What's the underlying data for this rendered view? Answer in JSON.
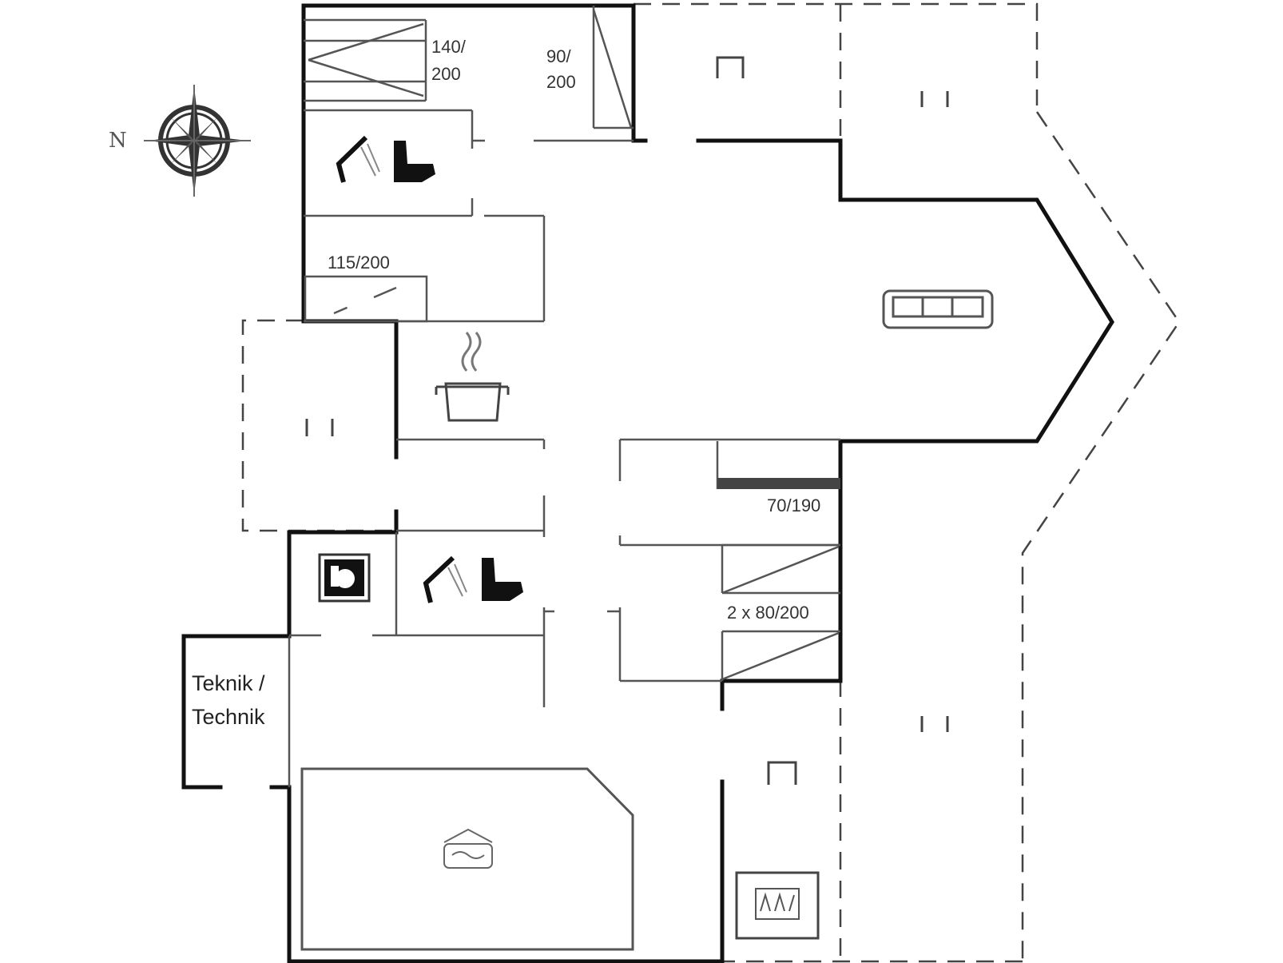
{
  "compass": {
    "north_label": "N"
  },
  "beds": {
    "bed1": {
      "line1": "140/",
      "line2": "200"
    },
    "bed2": {
      "line1": "90/",
      "line2": "200"
    },
    "bed3": {
      "label": "115/200"
    },
    "bed4": {
      "label": "70/190"
    },
    "bed5": {
      "label": "2 x 80/200"
    }
  },
  "rooms": {
    "utility": {
      "line1": "Teknik /",
      "line2": "Technik"
    }
  },
  "icons": {
    "compass_rose": "compass-rose-icon",
    "shower_toilet_top": "shower-toilet-icon",
    "shower_toilet_bottom": "shower-toilet-icon",
    "cooking_pot": "cooking-pot-icon",
    "sofa": "sofa-icon",
    "washing_machine": "washing-machine-icon",
    "sauna": "sauna-icon",
    "spa_whirlpool": "whirlpool-icon",
    "garden_chairs": "garden-furniture-icon"
  }
}
